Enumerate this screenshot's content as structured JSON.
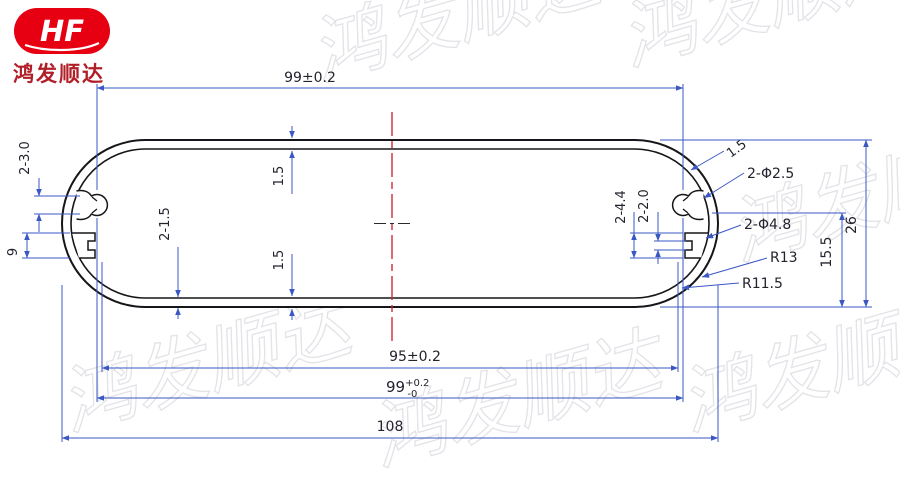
{
  "logo": {
    "monogram": "HF",
    "company": "鸿发顺达"
  },
  "watermark": {
    "text": "鸿发顺达"
  },
  "colors": {
    "dimension_blue": "#3a57c4",
    "centerline_red": "#cc2a36",
    "profile_black": "#16161a",
    "logo_red": "#e60012"
  },
  "dims": {
    "width_top": "99±0.2",
    "slot_left": "2-3.0",
    "notch_left": "9",
    "wall_pair": "2-1.5",
    "wall_top": "1.5",
    "wall_bottom": "1.5",
    "corner_wall": "1.5",
    "boss_width": "2-4.4",
    "boss_slot": "2-2.0",
    "hole_small": "2-Φ2.5",
    "hole_large": "2-Φ4.8",
    "radius_outer": "R13",
    "radius_inner": "R11.5",
    "height_partial": "15.5",
    "height_total": "26",
    "width_mid": "95±0.2",
    "width_tol": {
      "main": "99",
      "sup": "+0.2",
      "sub": "-0"
    },
    "width_total": "108"
  }
}
